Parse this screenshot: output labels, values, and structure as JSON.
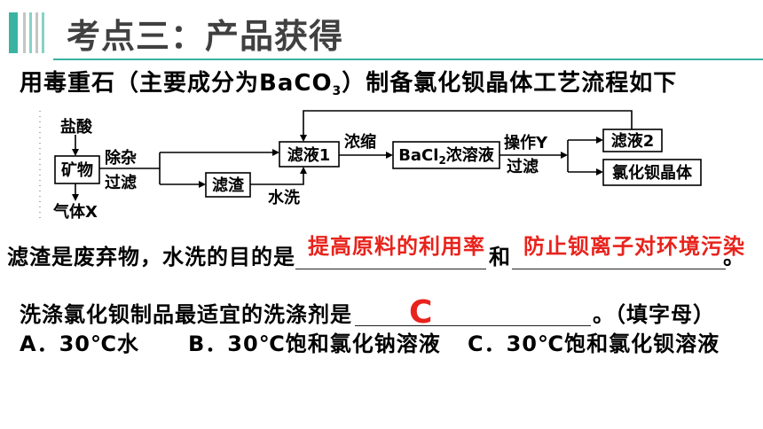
{
  "slide": {
    "title": "考点三：产品获得"
  },
  "intro": {
    "before_sub": "用毒重石（主要成分为BaCO",
    "sub": "3",
    "after_sub": "）制备氯化钡晶体工艺流程如下"
  },
  "flowchart": {
    "reagent_in": "盐酸",
    "ore_box": "矿物",
    "gas_out": "气体X",
    "step1_top": "除杂",
    "step1_bottom": "过滤",
    "residue_box": "滤渣",
    "wash_label": "水洗",
    "filtrate1_box": "滤液1",
    "concentrate_label": "浓缩",
    "solution_box_prefix": "BaCl",
    "solution_box_sub": "2",
    "solution_box_suffix": "浓溶液",
    "step2_top": "操作Y",
    "step2_bottom": "过滤",
    "filtrate2_box": "滤液2",
    "crystal_box": "氯化钡晶体"
  },
  "question1": {
    "prompt": "滤渣是废弃物，水洗的目的是",
    "answer1": "提高原料的利用率",
    "connector": "和",
    "answer2": "防止钡离子对环境污染",
    "end": "。"
  },
  "question2": {
    "prompt": "洗涤氯化钡制品最适宜的洗涤剂是",
    "answer": "C",
    "end": "。（填字母）",
    "options": [
      "A．30℃水",
      "B．30℃饱和氯化钠溶液",
      "C．30℃饱和氯化钡溶液"
    ]
  },
  "theme": {
    "accent": "#3ab3a2",
    "accent_light": "#86d2c5",
    "stripe_gray": "#c4c4c4",
    "title_color": "#404040",
    "answer_color": "#e8231c",
    "text_color": "#000000"
  }
}
